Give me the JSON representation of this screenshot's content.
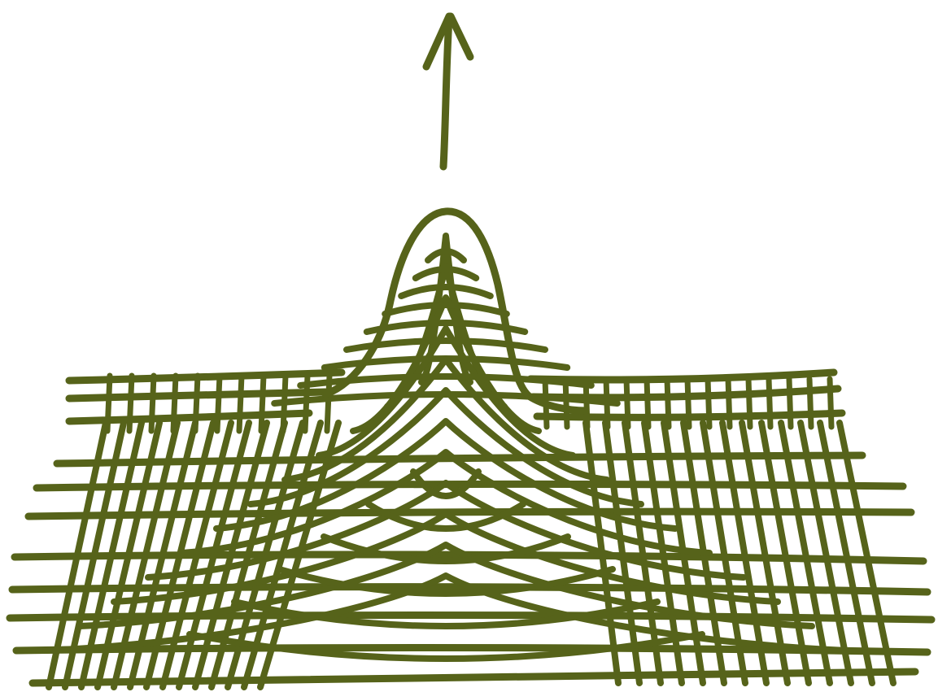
{
  "diagram": {
    "subject": "",
    "ink_color": "#56631a",
    "background": "#ffffff",
    "elements": [
      {
        "name": "upward-arrow",
        "direction": "up"
      },
      {
        "name": "peak-outline"
      },
      {
        "name": "flat-grid-left"
      },
      {
        "name": "flat-grid-right"
      },
      {
        "name": "front-grid-plane"
      },
      {
        "name": "peak-mesh"
      }
    ]
  }
}
